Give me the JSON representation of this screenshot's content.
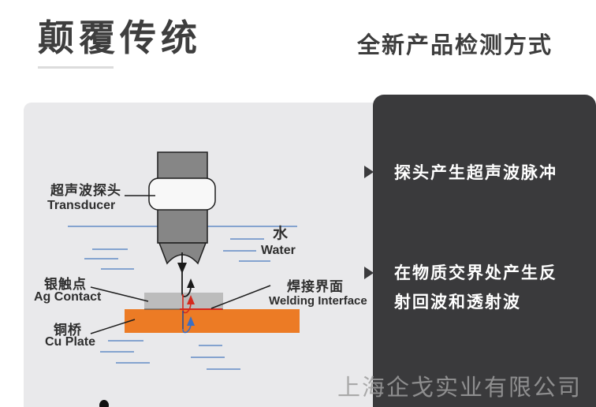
{
  "header": {
    "title": "颠覆传统",
    "subtitle": "全新产品检测方式"
  },
  "panel": {
    "bullets": [
      {
        "lines": [
          "探头产生超声波脉冲",
          ""
        ]
      },
      {
        "lines": [
          "在物质交界处产生反",
          "射回波和透射波"
        ]
      }
    ]
  },
  "diagram": {
    "labels": {
      "transducer_zh": "超声波探头",
      "transducer_en": "Transducer",
      "water_zh": "水",
      "water_en": "Water",
      "ag_contact_zh": "银触点",
      "ag_contact_en": "Ag Contact",
      "welding_interface_zh": "焊接界面",
      "welding_interface_en": "Welding Interface",
      "cu_plate_zh": "铜桥",
      "cu_plate_en": "Cu Plate"
    }
  },
  "colors": {
    "panel-bg": "#3a3a3c",
    "diagram-bg": "#e9e9eb",
    "water-blue": "#84a3cf",
    "ag-gray": "#bcbcbc",
    "cu-orange": "#ec7b25",
    "echo-red": "#d42a1e",
    "transmit-blue": "#3a6fc4",
    "probe-gray": "#868686"
  },
  "watermark": "上海企戈实业有限公司"
}
